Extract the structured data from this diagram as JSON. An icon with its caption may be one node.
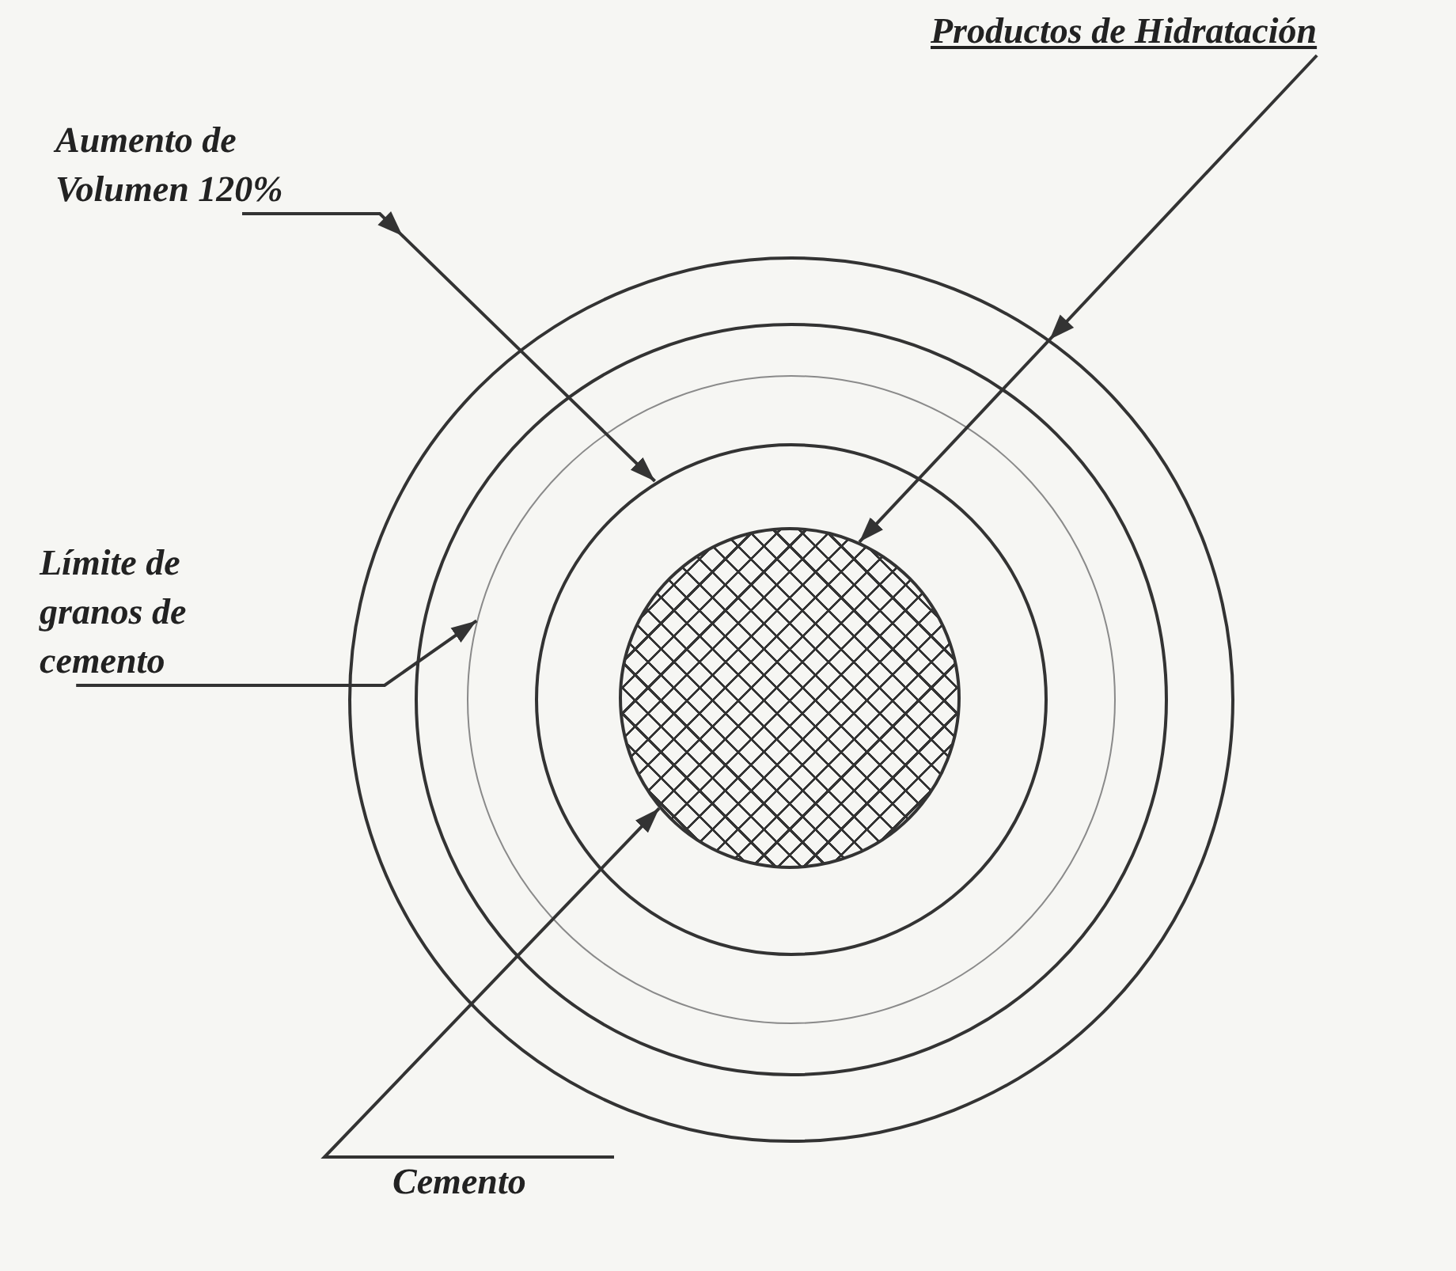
{
  "diagram": {
    "nodes": [
      {
        "text": [
          "Aumento de Volumen 120%"
        ]
      },
      {
        "text": [
          "Productos de Hidratación"
        ]
      },
      {
        "text": [
          "Límite de granos de cemento"
        ]
      },
      {
        "text": [
          "Cemento"
        ]
      },
      {
        "text": [],
        "shape": "circle"
      },
      {
        "text": [],
        "shape": "circle",
        "in": 4
      },
      {
        "text": [],
        "shape": "circle",
        "in": 5
      },
      {
        "text": [],
        "shape": "circle",
        "in": 6
      },
      {
        "text": [],
        "shape": "circle",
        "in": 7
      }
    ],
    "edges": [
      {
        "from": 0,
        "to": 7,
        "arrow": "to"
      },
      {
        "from": 1,
        "to": 8,
        "arrow": "to"
      },
      {
        "from": 2,
        "to": 6,
        "arrow": "to"
      },
      {
        "from": 3,
        "to": 8,
        "arrow": "to"
      }
    ]
  }
}
